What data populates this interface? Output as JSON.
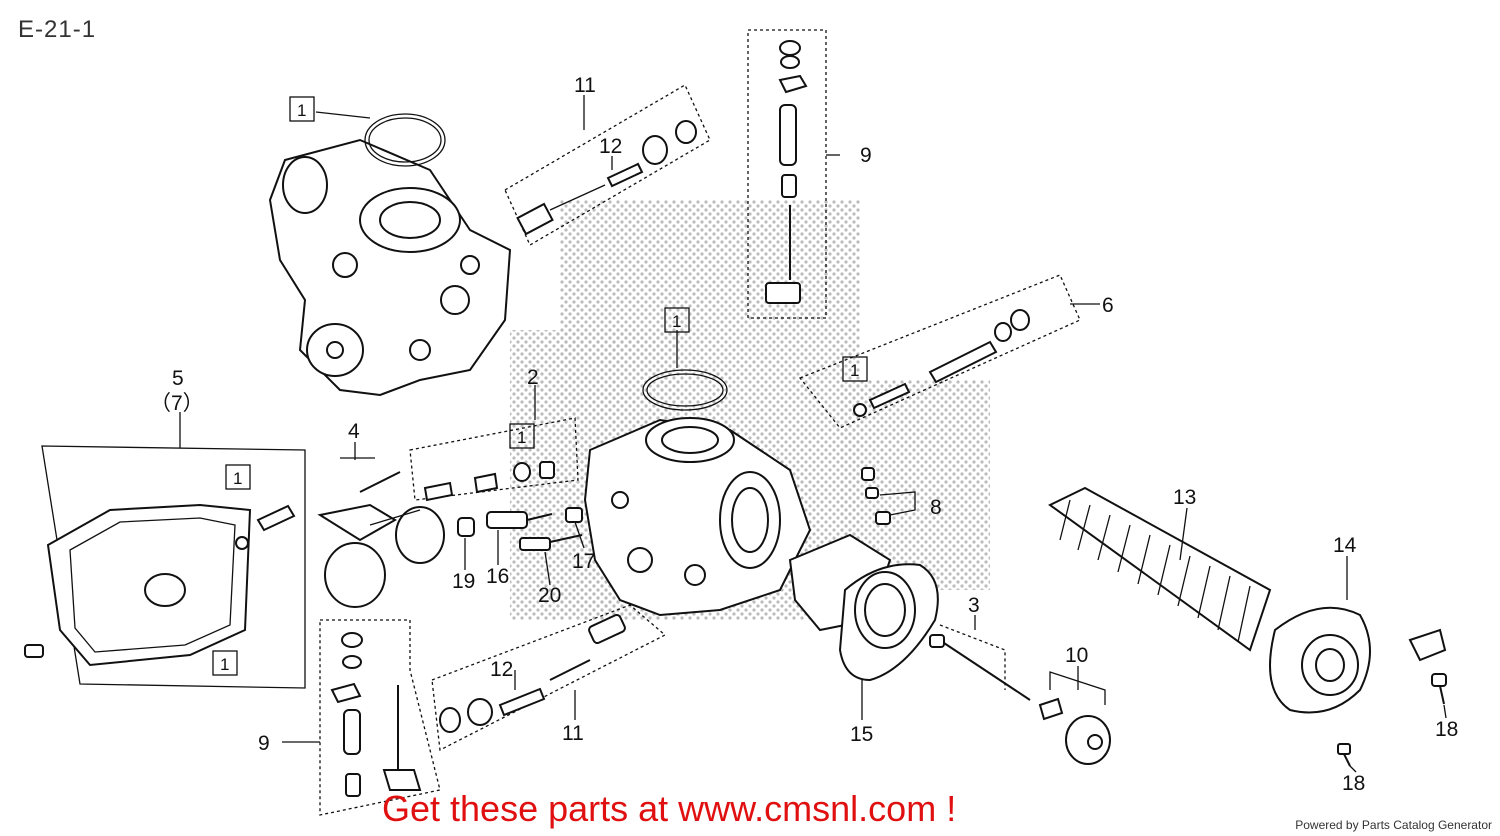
{
  "title": "E-21-1",
  "promo_text": "Get these parts at www.cmsnl.com !",
  "footer": "Powered by Parts Catalog Generator",
  "callouts": {
    "n1a": "1",
    "n1b": "1",
    "n1c": "1",
    "n1d": "1",
    "n1e": "1",
    "n1f": "1",
    "n2": "2",
    "n3": "3",
    "n4": "4",
    "n5": "5",
    "n7": "（7）",
    "n6": "6",
    "n8": "8",
    "n9a": "9",
    "n9b": "9",
    "n10": "10",
    "n11a": "11",
    "n11b": "11",
    "n12a": "12",
    "n12b": "12",
    "n13": "13",
    "n14": "14",
    "n15": "15",
    "n16": "16",
    "n17": "17",
    "n18a": "18",
    "n18b": "18",
    "n19": "19",
    "n20": "20"
  },
  "colors": {
    "promo": "#e01010",
    "line": "#111111",
    "watermark": "#bbbbbb"
  }
}
